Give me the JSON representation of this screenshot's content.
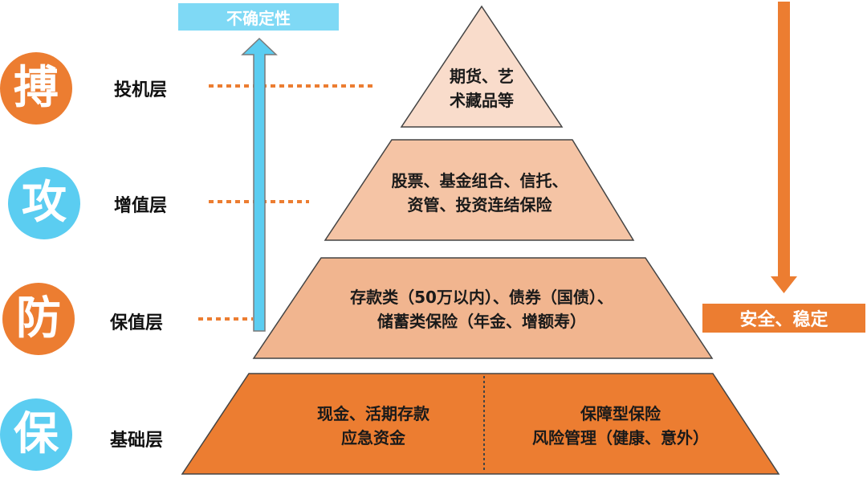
{
  "tags": {
    "uncertainty": "不确定性",
    "safety": "安全、稳定"
  },
  "levels": [
    {
      "glyph": "搏",
      "label": "投机层",
      "lines": [
        "期货、艺",
        "术藏品等"
      ]
    },
    {
      "glyph": "攻",
      "label": "增值层",
      "lines": [
        "股票、基金组合、信托、",
        "资管、投资连结保险"
      ]
    },
    {
      "glyph": "防",
      "label": "保值层",
      "lines": [
        "存款类（50万以内）、债券（国债）、",
        "储蓄类保险（年金、增额寿）"
      ]
    },
    {
      "glyph": "保",
      "label": "基础层",
      "left_lines": [
        "现金、活期存款",
        "应急资金"
      ],
      "right_lines": [
        "保障型保险",
        "风险管理（健康、意外）"
      ]
    }
  ],
  "colors": {
    "orange": "#ec7d31",
    "blue": "#5bcdf1",
    "tag_blue": "#7fd9f5",
    "tier_top": "#f9dccb",
    "tier_2": "#f5c4a5",
    "tier_3": "#f1b58f",
    "tier_base": "#ec7d31",
    "outline": "#444444"
  }
}
